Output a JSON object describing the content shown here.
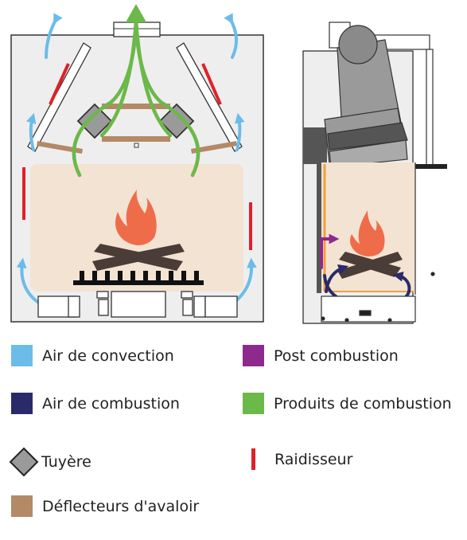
{
  "colors": {
    "convection_air": "#6cbce8",
    "combustion_air": "#2a2a6a",
    "post_combustion": "#8e2a8e",
    "combustion_products": "#6cb84a",
    "nozzle": "#9a9a9a",
    "baffle": "#b38a66",
    "stiffener": "#e0202a",
    "firebox": "#f3e3d3",
    "flame": "#ef6c4a",
    "log": "#4a3c36",
    "casing": "#eeeeee",
    "outline": "#333333"
  },
  "legend": {
    "convection_air": "Air de convection",
    "combustion_air": "Air de combustion",
    "post_combustion": "Post combustion",
    "combustion_products": "Produits de combustion",
    "nozzle": "Tuyère",
    "stiffener": "Raidisseur",
    "baffle": "Déflecteurs d'avaloir"
  }
}
